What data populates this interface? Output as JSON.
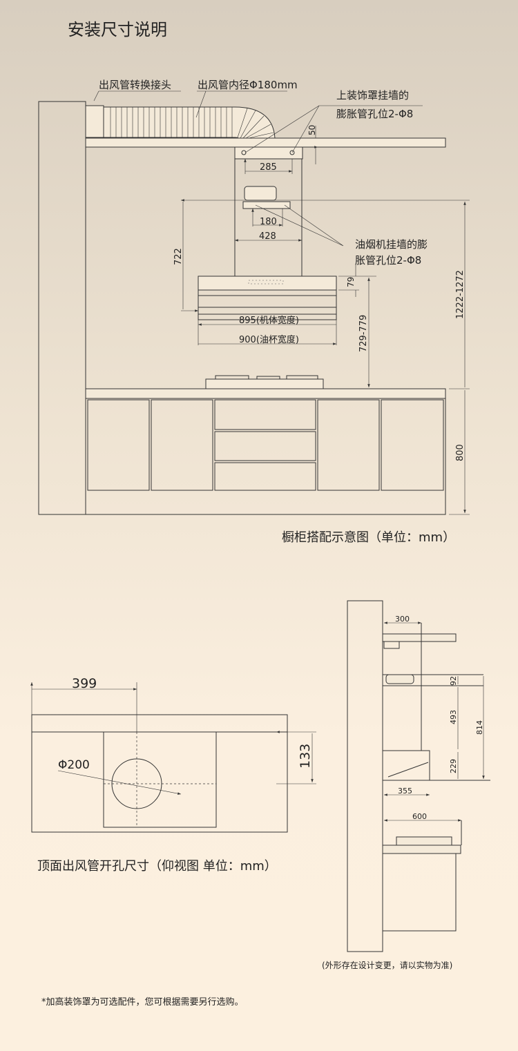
{
  "title": "安装尺寸说明",
  "main": {
    "labels": {
      "adapter": "出风管转换接头",
      "duct": "出风管内径Φ180mm",
      "upper_hole_1": "上装饰罩挂墙的",
      "upper_hole_2": "膨胀管孔位2-Φ8",
      "hood_hole_1": "油烟机挂墙的膨",
      "hood_hole_2": "胀管孔位2-Φ8"
    },
    "dims": {
      "d50": "50",
      "d285": "285",
      "d180": "180",
      "d428": "428",
      "d722": "722",
      "d79": "79",
      "d895": "895(机体宽度)",
      "d900": "900(油杯宽度)",
      "d729": "729-779",
      "d1222": "1222-1272",
      "d800": "800"
    },
    "caption": "橱柜搭配示意图（单位：mm）"
  },
  "top_view": {
    "d399": "399",
    "phi": "Φ200",
    "d133": "133",
    "caption": "顶面出风管开孔尺寸（仰视图 单位：mm）"
  },
  "side_view": {
    "d300": "300",
    "d92": "92",
    "d493": "493",
    "d814": "814",
    "d229": "229",
    "d355": "355",
    "d600": "600",
    "caption": "(外形存在设计变更，请以实物为准)"
  },
  "footnote": "*加高装饰罩为可选配件，您可根据需要另行选购。"
}
